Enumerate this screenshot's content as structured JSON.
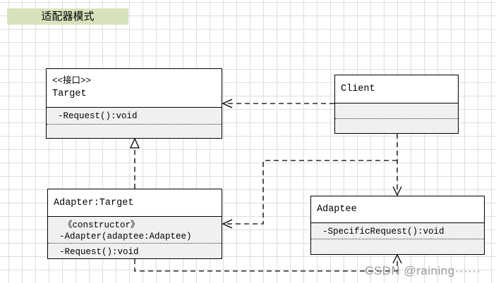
{
  "title": {
    "label": "适配器模式"
  },
  "watermark": {
    "text": "CSDN @raining······"
  },
  "colors": {
    "title_bg": "#d6e3bc",
    "compartment_bg": "#f0f0f0",
    "grid_line": "#dedede",
    "border": "#000000",
    "watermark_text": "#9b9b9b"
  },
  "classes": {
    "target": {
      "stereotype": "<<接口>>",
      "name": "Target",
      "section1": [
        "-Request():void"
      ],
      "section2": []
    },
    "client": {
      "name": "Client",
      "section1": [],
      "section2": []
    },
    "adapter": {
      "name": "Adapter:Target",
      "section1": [
        "《constructor》",
        "-Adapter(adaptee:Adaptee)"
      ],
      "section2": [
        "-Request():void"
      ]
    },
    "adaptee": {
      "name": "Adaptee",
      "section1": [
        "-SpecificRequest():void"
      ],
      "section2": []
    }
  },
  "relations": [
    {
      "from": "Client",
      "to": "Target",
      "type": "dashed-dependency"
    },
    {
      "from": "Adapter",
      "to": "Target",
      "type": "dashed-realization"
    },
    {
      "from": "Client",
      "to": "Adaptee",
      "type": "dashed-dependency"
    },
    {
      "from": "Client-Adaptee-line",
      "to": "Adapter",
      "type": "dashed-dependency"
    },
    {
      "from": "Adapter",
      "to": "Adaptee",
      "type": "dashed-dependency"
    }
  ]
}
